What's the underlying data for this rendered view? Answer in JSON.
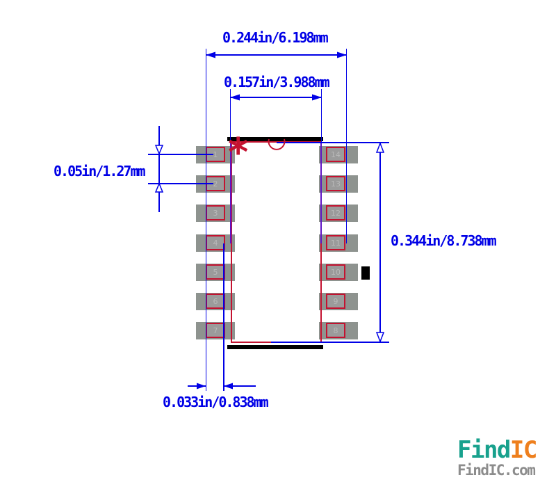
{
  "drawing": {
    "dimensions": {
      "pad_row_span": "0.244in/6.198mm",
      "body_width": "0.157in/3.988mm",
      "pin_pitch": "0.05in/1.27mm",
      "pad_row_height": "0.344in/8.738mm",
      "pad_width": "0.033in/0.838mm"
    },
    "pins": {
      "left": [
        "1",
        "2",
        "3",
        "4",
        "5",
        "6",
        "7"
      ],
      "right": [
        "14",
        "13",
        "12",
        "11",
        "10",
        "9",
        "8"
      ]
    },
    "pin1_marker": "*"
  },
  "logo": {
    "brand_find": "Find",
    "brand_ic": "IC",
    "domain": "FindIC.com"
  },
  "colors": {
    "blue": "#0000e6",
    "red": "#c41230",
    "purple": "#5f14c4",
    "pad": "#8e938f",
    "pad_inner": "#9b9b9b",
    "pin_num": "#b9b9b9",
    "bar": "#000000",
    "logo_teal": "#18a18d",
    "logo_orange": "#ee7f1d",
    "logo_gray": "#8c8c8c"
  }
}
